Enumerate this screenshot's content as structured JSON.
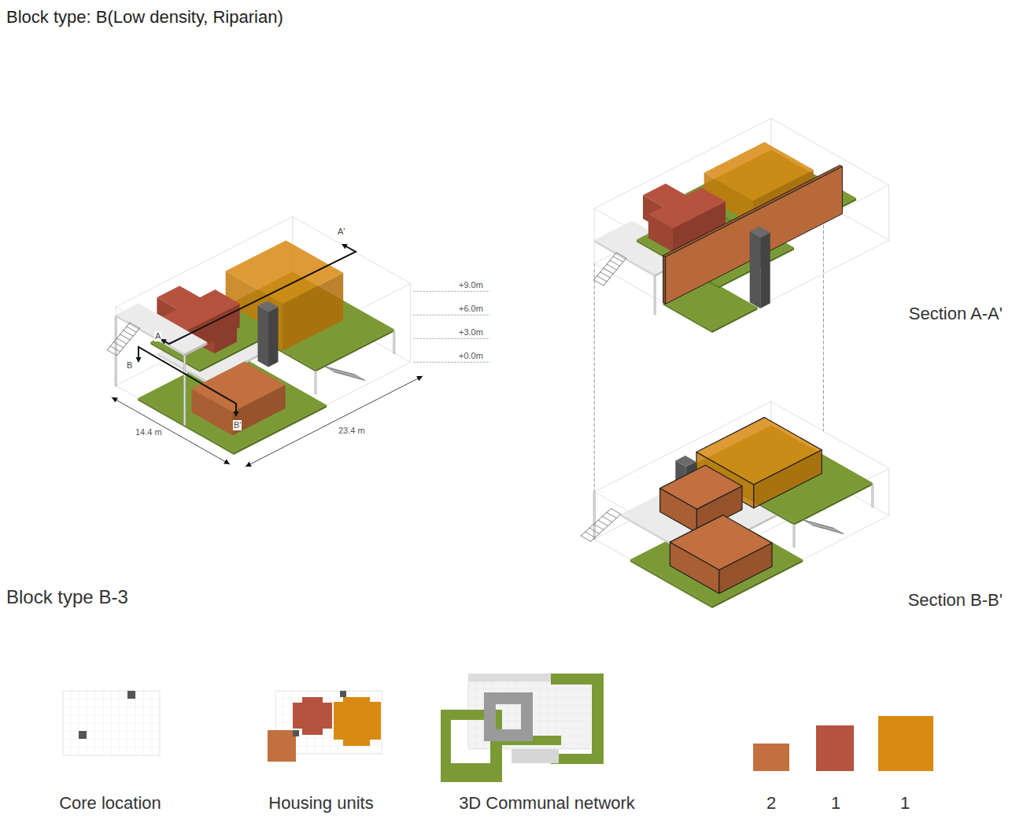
{
  "diagram": {
    "title": "Block type: B(Low density, Riparian)",
    "labels": [
      "A'",
      "A",
      "B",
      "B'",
      "+9.0m",
      "+6.0m",
      "+3.0m",
      "+0.0m",
      "14.4 m",
      "23.4 m",
      "Block type B-3",
      "Section A-A'",
      "Section B-B'",
      "Core location",
      "Housing units",
      "3D Communal network"
    ],
    "legend": [
      {
        "text": "2",
        "color": "#c2703f"
      },
      {
        "text": "1",
        "color": "#b5533f"
      },
      {
        "text": "1",
        "color": "#d88a12"
      }
    ]
  }
}
